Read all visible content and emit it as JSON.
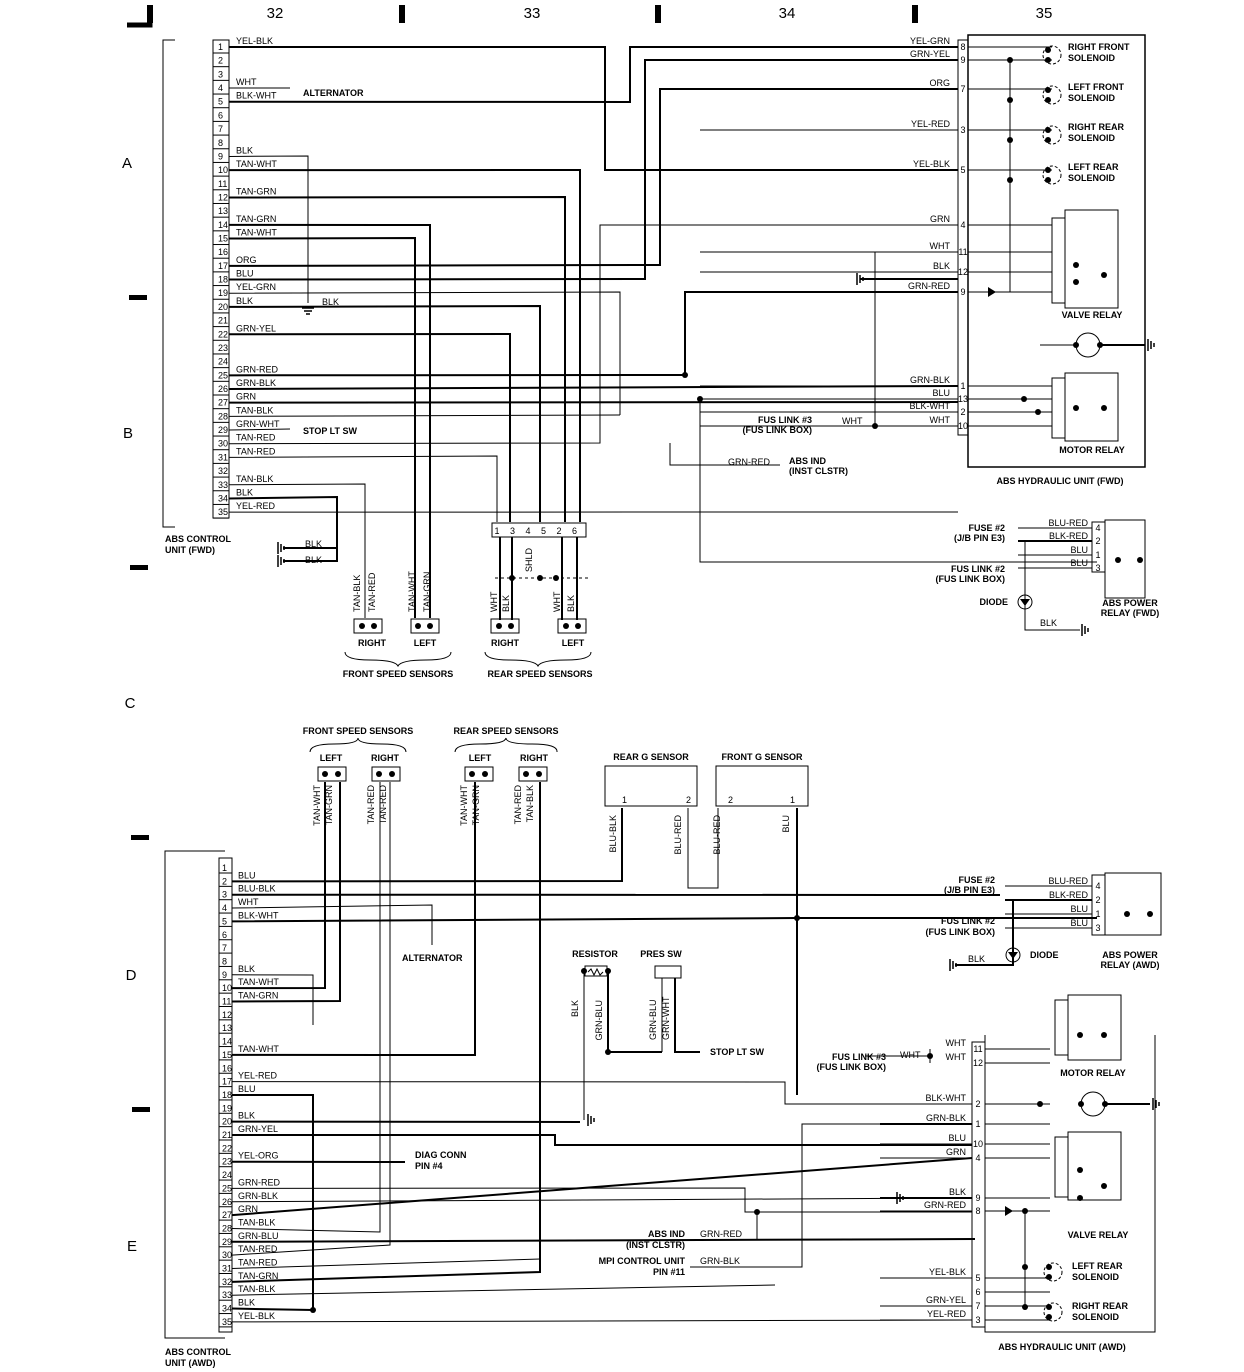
{
  "grid": {
    "columns": [
      "32",
      "33",
      "34",
      "35"
    ],
    "rows": [
      "A",
      "B",
      "C",
      "D",
      "E"
    ]
  },
  "fwd": {
    "unit_label": [
      "ABS CONTROL",
      "UNIT (FWD)"
    ],
    "pins": [
      "1",
      "2",
      "3",
      "4",
      "5",
      "6",
      "7",
      "8",
      "9",
      "10",
      "11",
      "12",
      "13",
      "14",
      "15",
      "16",
      "17",
      "18",
      "19",
      "20",
      "21",
      "22",
      "23",
      "24",
      "25",
      "26",
      "27",
      "28",
      "29",
      "30",
      "31",
      "32",
      "33",
      "34",
      "35"
    ],
    "wires": [
      {
        "pin": 1,
        "color": "YEL-BLK"
      },
      {
        "pin": 4,
        "color": "WHT"
      },
      {
        "pin": 5,
        "color": "BLK-WHT"
      },
      {
        "pin": 9,
        "color": "BLK"
      },
      {
        "pin": 10,
        "color": "TAN-WHT"
      },
      {
        "pin": 12,
        "color": "TAN-GRN"
      },
      {
        "pin": 14,
        "color": "TAN-GRN"
      },
      {
        "pin": 15,
        "color": "TAN-WHT"
      },
      {
        "pin": 17,
        "color": "ORG"
      },
      {
        "pin": 18,
        "color": "BLU"
      },
      {
        "pin": 19,
        "color": "YEL-GRN"
      },
      {
        "pin": 20,
        "color": "BLK"
      },
      {
        "pin": 22,
        "color": "GRN-YEL"
      },
      {
        "pin": 25,
        "color": "GRN-RED"
      },
      {
        "pin": 26,
        "color": "GRN-BLK"
      },
      {
        "pin": 27,
        "color": "GRN"
      },
      {
        "pin": 28,
        "color": "TAN-BLK"
      },
      {
        "pin": 29,
        "color": "GRN-WHT"
      },
      {
        "pin": 30,
        "color": "TAN-RED"
      },
      {
        "pin": 31,
        "color": "TAN-RED"
      },
      {
        "pin": 33,
        "color": "TAN-BLK"
      },
      {
        "pin": 34,
        "color": "BLK"
      },
      {
        "pin": 35,
        "color": "YEL-RED"
      }
    ],
    "alternator": "ALTERNATOR",
    "stop_lt_sw": "STOP LT SW",
    "ground_blk": "BLK",
    "ground_wires": [
      "BLK",
      "BLK"
    ],
    "hydraulic": {
      "label": "ABS HYDRAULIC UNIT (FWD)",
      "pins": [
        {
          "num": "8",
          "color": "YEL-GRN"
        },
        {
          "num": "9",
          "color": "GRN-YEL"
        },
        {
          "num": "7",
          "color": "ORG"
        },
        {
          "num": "3",
          "color": "YEL-RED"
        },
        {
          "num": "5",
          "color": "YEL-BLK"
        },
        {
          "num": "4",
          "color": "GRN"
        },
        {
          "num": "11",
          "color": "WHT"
        },
        {
          "num": "12",
          "color": "BLK"
        },
        {
          "num": "9",
          "color": "GRN-RED"
        },
        {
          "num": "1",
          "color": "GRN-BLK"
        },
        {
          "num": "13",
          "color": "BLU"
        },
        {
          "num": "2",
          "color": "BLK-WHT"
        },
        {
          "num": "10",
          "color": "WHT"
        }
      ],
      "solenoids": [
        [
          "RIGHT FRONT",
          "SOLENOID"
        ],
        [
          "LEFT FRONT",
          "SOLENOID"
        ],
        [
          "RIGHT REAR",
          "SOLENOID"
        ],
        [
          "LEFT REAR",
          "SOLENOID"
        ]
      ],
      "valve_relay": "VALVE RELAY",
      "motor_relay": "MOTOR RELAY"
    },
    "fus_link_3": [
      "FUS LINK #3",
      "(FUS LINK BOX)"
    ],
    "fus_link_3_wire": "WHT",
    "abs_ind": [
      "ABS IND",
      "(INST CLSTR)"
    ],
    "abs_ind_wire": "GRN-RED",
    "rear_connector_pins": [
      "1",
      "3",
      "4",
      "5",
      "2",
      "6"
    ],
    "rear_sensor_wires": [
      "WHT",
      "BLK",
      "WHT",
      "BLK"
    ],
    "shield_label": "SHLD",
    "front_sensor_wires": [
      "TAN-BLK",
      "TAN-RED",
      "TAN-WHT",
      "TAN-GRN"
    ],
    "front_sensors": {
      "title": "FRONT SPEED SENSORS",
      "right": "RIGHT",
      "left": "LEFT"
    },
    "rear_sensors": {
      "title": "REAR SPEED SENSORS",
      "right": "RIGHT",
      "left": "LEFT"
    },
    "power_relay": {
      "label": [
        "ABS POWER",
        "RELAY (FWD)"
      ],
      "pins": [
        {
          "num": "4",
          "color": "BLU-RED"
        },
        {
          "num": "2",
          "color": "BLK-RED"
        },
        {
          "num": "1",
          "color": "BLU"
        },
        {
          "num": "3",
          "color": "BLU"
        }
      ],
      "fuse": [
        "FUSE #2",
        "(J/B PIN E3)"
      ],
      "fus_link": [
        "FUS LINK #2",
        "(FUS LINK BOX)"
      ],
      "diode": "DIODE",
      "ground_wire": "BLK"
    }
  },
  "awd": {
    "unit_label": [
      "ABS CONTROL",
      "UNIT (AWD)"
    ],
    "pins": [
      "1",
      "2",
      "3",
      "4",
      "5",
      "6",
      "7",
      "8",
      "9",
      "10",
      "11",
      "12",
      "13",
      "14",
      "15",
      "16",
      "17",
      "18",
      "19",
      "20",
      "21",
      "22",
      "23",
      "24",
      "25",
      "26",
      "27",
      "28",
      "29",
      "30",
      "31",
      "32",
      "33",
      "34",
      "35"
    ],
    "wires": [
      {
        "pin": 2,
        "color": "BLU"
      },
      {
        "pin": 3,
        "color": "BLU-BLK"
      },
      {
        "pin": 4,
        "color": "WHT"
      },
      {
        "pin": 5,
        "color": "BLK-WHT"
      },
      {
        "pin": 9,
        "color": "BLK"
      },
      {
        "pin": 10,
        "color": "TAN-WHT"
      },
      {
        "pin": 11,
        "color": "TAN-GRN"
      },
      {
        "pin": 15,
        "color": "TAN-WHT"
      },
      {
        "pin": 17,
        "color": "YEL-RED"
      },
      {
        "pin": 18,
        "color": "BLU"
      },
      {
        "pin": 20,
        "color": "BLK"
      },
      {
        "pin": 21,
        "color": "GRN-YEL"
      },
      {
        "pin": 23,
        "color": "YEL-ORG"
      },
      {
        "pin": 25,
        "color": "GRN-RED"
      },
      {
        "pin": 26,
        "color": "GRN-BLK"
      },
      {
        "pin": 27,
        "color": "GRN"
      },
      {
        "pin": 28,
        "color": "TAN-BLK"
      },
      {
        "pin": 29,
        "color": "GRN-BLU"
      },
      {
        "pin": 30,
        "color": "TAN-RED"
      },
      {
        "pin": 31,
        "color": "TAN-RED"
      },
      {
        "pin": 32,
        "color": "TAN-GRN"
      },
      {
        "pin": 33,
        "color": "TAN-BLK"
      },
      {
        "pin": 34,
        "color": "BLK"
      },
      {
        "pin": 35,
        "color": "YEL-BLK"
      }
    ],
    "alternator": "ALTERNATOR",
    "diag_conn": [
      "DIAG CONN",
      "PIN #4"
    ],
    "front_sensors": {
      "title": "FRONT SPEED SENSORS",
      "left": "LEFT",
      "right": "RIGHT",
      "wires": [
        "TAN-WHT",
        "TAN-GRN",
        "TAN-RED",
        "TAN-RED"
      ]
    },
    "rear_sensors": {
      "title": "REAR SPEED SENSORS",
      "left": "LEFT",
      "right": "RIGHT",
      "wires": [
        "TAN-WHT",
        "TAN-GRN",
        "TAN-RED",
        "TAN-BLK"
      ]
    },
    "rear_g_sensor": {
      "title": "REAR G SENSOR",
      "pins": [
        "1",
        "2"
      ],
      "wires": [
        "BLU-BLK",
        "BLU-RED"
      ]
    },
    "front_g_sensor": {
      "title": "FRONT G SENSOR",
      "pins": [
        "2",
        "1"
      ],
      "wires": [
        "BLU-RED",
        "BLU"
      ]
    },
    "resistor": "RESISTOR",
    "resistor_wires": [
      "BLK",
      "GRN-BLU"
    ],
    "pres_sw": "PRES SW",
    "pres_sw_wires": [
      "GRN-BLU",
      "GRN-WHT"
    ],
    "stop_lt_sw": "STOP LT SW",
    "fus_link_3": [
      "FUS LINK #3",
      "(FUS LINK BOX)"
    ],
    "fus_link_3_wire": "WHT",
    "abs_ind": [
      "ABS IND",
      "(INST CLSTR)"
    ],
    "abs_ind_wire": "GRN-RED",
    "mpi": [
      "MPI CONTROL UNIT",
      "PIN #11"
    ],
    "mpi_wire": "GRN-BLK",
    "hydraulic": {
      "label": "ABS HYDRAULIC UNIT (AWD)",
      "pins": [
        {
          "num": "11",
          "color": "WHT"
        },
        {
          "num": "12",
          "color": "WHT"
        },
        {
          "num": "2",
          "color": "BLK-WHT"
        },
        {
          "num": "1",
          "color": "GRN-BLK"
        },
        {
          "num": "10",
          "color": "BLU"
        },
        {
          "num": "4",
          "color": "GRN"
        },
        {
          "num": "9",
          "color": "BLK"
        },
        {
          "num": "8",
          "color": "GRN-RED"
        },
        {
          "num": "5",
          "color": "YEL-BLK"
        },
        {
          "num": "6",
          "color": ""
        },
        {
          "num": "7",
          "color": "GRN-YEL"
        },
        {
          "num": "3",
          "color": "YEL-RED"
        }
      ],
      "motor_relay": "MOTOR RELAY",
      "valve_relay": "VALVE RELAY",
      "solenoids": [
        [
          "LEFT REAR",
          "SOLENOID"
        ],
        [
          "RIGHT REAR",
          "SOLENOID"
        ]
      ]
    },
    "power_relay": {
      "label": [
        "ABS POWER",
        "RELAY (AWD)"
      ],
      "pins": [
        {
          "num": "4",
          "color": "BLU-RED"
        },
        {
          "num": "2",
          "color": "BLK-RED"
        },
        {
          "num": "1",
          "color": "BLU"
        },
        {
          "num": "3",
          "color": "BLU"
        }
      ],
      "fuse": [
        "FUSE #2",
        "(J/B PIN E3)"
      ],
      "fus_link": [
        "FUS LINK #2",
        "(FUS LINK BOX)"
      ],
      "diode": "DIODE",
      "ground_wire": "BLK"
    }
  }
}
